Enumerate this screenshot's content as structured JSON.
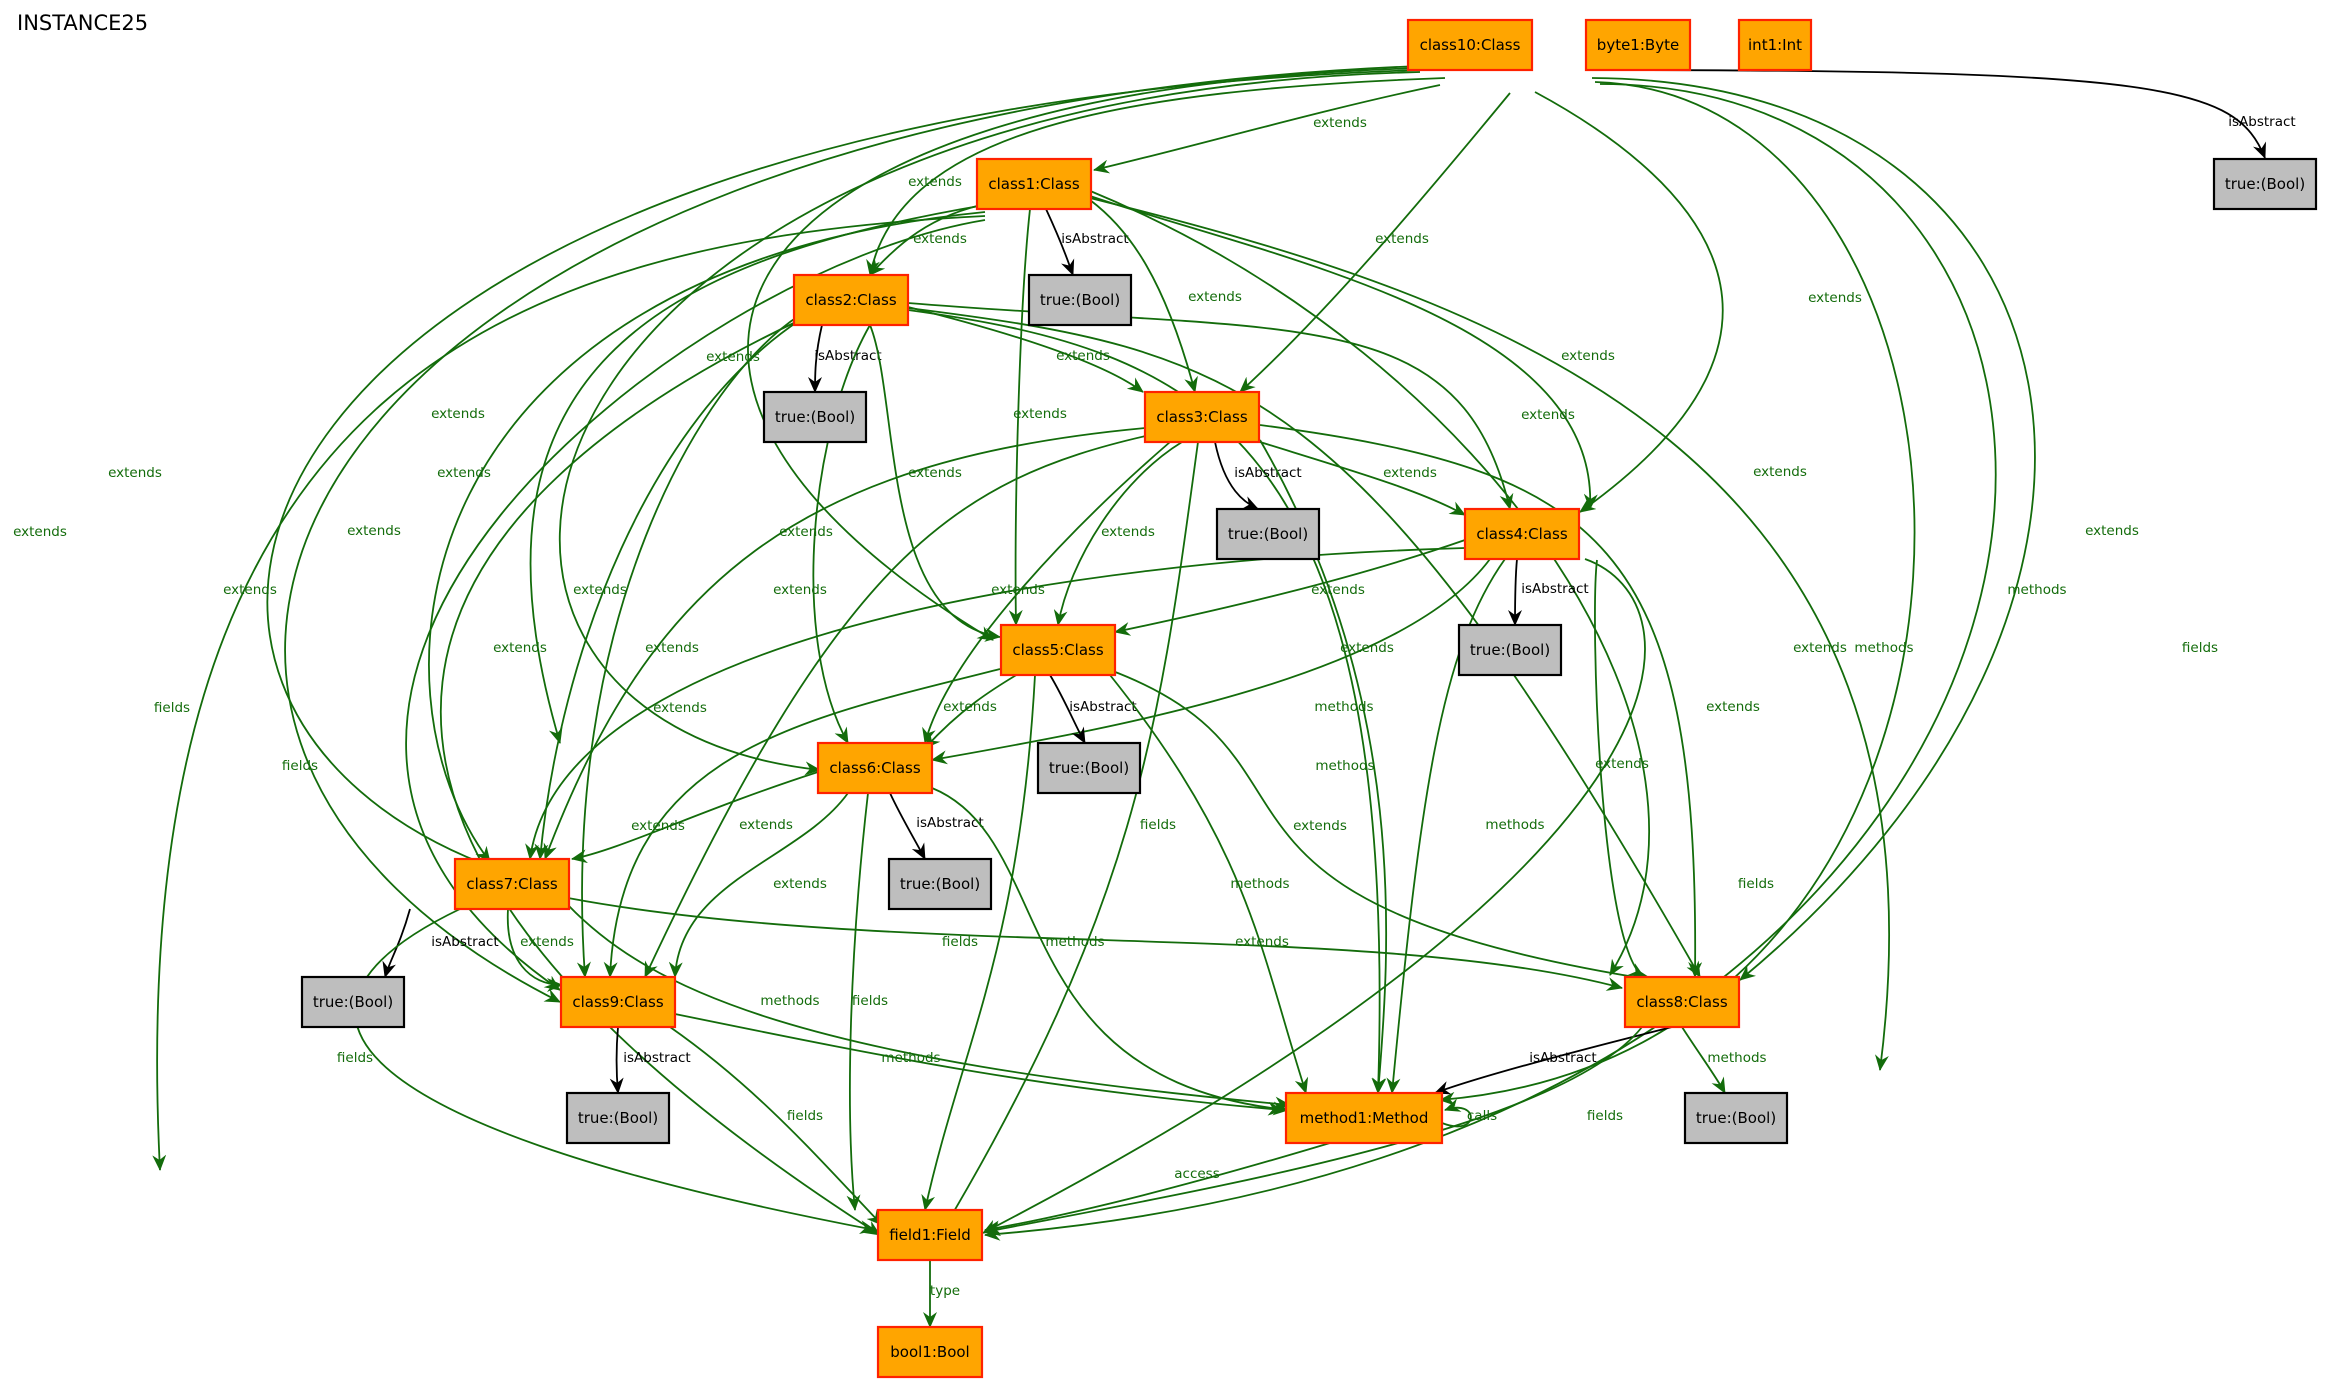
{
  "title": "INSTANCE25",
  "colors": {
    "object_fill": "#FFA500",
    "object_border": "#FF2200",
    "value_fill": "#BEBEBE",
    "value_border": "#000000",
    "reference_edge": "#136c0b",
    "attribute_edge": "#000000"
  },
  "nodes": {
    "class10": "class10:Class",
    "byte1": "byte1:Byte",
    "int1": "int1:Int",
    "t10": "true:(Bool)",
    "class1": "class1:Class",
    "t1": "true:(Bool)",
    "class2": "class2:Class",
    "t2": "true:(Bool)",
    "class3": "class3:Class",
    "t3": "true:(Bool)",
    "class4": "class4:Class",
    "t4": "true:(Bool)",
    "class5": "class5:Class",
    "t5": "true:(Bool)",
    "class6": "class6:Class",
    "t6": "true:(Bool)",
    "class7": "class7:Class",
    "t7": "true:(Bool)",
    "class9": "class9:Class",
    "t9": "true:(Bool)",
    "class8": "class8:Class",
    "t8": "true:(Bool)",
    "method1": "method1:Method",
    "field1": "field1:Field",
    "bool1": "bool1:Bool"
  },
  "edges": [
    {
      "from": "class10",
      "to": "class1",
      "label": "extends"
    },
    {
      "from": "class10",
      "to": "class2",
      "label": "extends"
    },
    {
      "from": "class10",
      "to": "class3",
      "label": "extends"
    },
    {
      "from": "class10",
      "to": "class4",
      "label": "extends"
    },
    {
      "from": "class10",
      "to": "class5",
      "label": "extends"
    },
    {
      "from": "class10",
      "to": "class6",
      "label": "extends"
    },
    {
      "from": "class10",
      "to": "class7",
      "label": "extends"
    },
    {
      "from": "class10",
      "to": "class8",
      "label": "extends"
    },
    {
      "from": "class10",
      "to": "class9",
      "label": "extends"
    },
    {
      "from": "class10",
      "to": "method1",
      "label": "methods"
    },
    {
      "from": "class10",
      "to": "field1",
      "label": "fields"
    },
    {
      "from": "class10",
      "to": "t10",
      "label": "isAbstract"
    },
    {
      "from": "class1",
      "to": "t1",
      "label": "isAbstract"
    },
    {
      "from": "class1",
      "to": "class2",
      "label": "extends"
    },
    {
      "from": "class1",
      "to": "class3",
      "label": "extends"
    },
    {
      "from": "class1",
      "to": "class4",
      "label": "extends"
    },
    {
      "from": "class1",
      "to": "class5",
      "label": "extends"
    },
    {
      "from": "class1",
      "to": "class6",
      "label": "extends"
    },
    {
      "from": "class1",
      "to": "class7",
      "label": "extends"
    },
    {
      "from": "class1",
      "to": "class8",
      "label": "extends"
    },
    {
      "from": "class1",
      "to": "class9",
      "label": "extends"
    },
    {
      "from": "class1",
      "to": "method1",
      "label": "methods"
    },
    {
      "from": "class1",
      "to": "field1",
      "label": "fields"
    },
    {
      "from": "class2",
      "to": "t2",
      "label": "isAbstract"
    },
    {
      "from": "class2",
      "to": "class3",
      "label": "extends"
    },
    {
      "from": "class2",
      "to": "class4",
      "label": "extends"
    },
    {
      "from": "class2",
      "to": "class5",
      "label": "extends"
    },
    {
      "from": "class2",
      "to": "class6",
      "label": "extends"
    },
    {
      "from": "class2",
      "to": "class7",
      "label": "extends"
    },
    {
      "from": "class2",
      "to": "class8",
      "label": "extends"
    },
    {
      "from": "class2",
      "to": "class9",
      "label": "extends"
    },
    {
      "from": "class2",
      "to": "method1",
      "label": "methods"
    },
    {
      "from": "class2",
      "to": "field1",
      "label": "fields"
    },
    {
      "from": "class3",
      "to": "t3",
      "label": "isAbstract"
    },
    {
      "from": "class3",
      "to": "class4",
      "label": "extends"
    },
    {
      "from": "class3",
      "to": "class5",
      "label": "extends"
    },
    {
      "from": "class3",
      "to": "class6",
      "label": "extends"
    },
    {
      "from": "class3",
      "to": "class7",
      "label": "extends"
    },
    {
      "from": "class3",
      "to": "class8",
      "label": "extends"
    },
    {
      "from": "class3",
      "to": "class9",
      "label": "extends"
    },
    {
      "from": "class3",
      "to": "method1",
      "label": "methods"
    },
    {
      "from": "class3",
      "to": "field1",
      "label": "fields"
    },
    {
      "from": "class4",
      "to": "t4",
      "label": "isAbstract"
    },
    {
      "from": "class4",
      "to": "class5",
      "label": "extends"
    },
    {
      "from": "class4",
      "to": "class6",
      "label": "extends"
    },
    {
      "from": "class4",
      "to": "class7",
      "label": "extends"
    },
    {
      "from": "class4",
      "to": "class8",
      "label": "extends"
    },
    {
      "from": "class4",
      "to": "method1",
      "label": "methods"
    },
    {
      "from": "class4",
      "to": "field1",
      "label": "fields"
    },
    {
      "from": "class5",
      "to": "t5",
      "label": "isAbstract"
    },
    {
      "from": "class5",
      "to": "class6",
      "label": "extends"
    },
    {
      "from": "class5",
      "to": "class8",
      "label": "extends"
    },
    {
      "from": "class5",
      "to": "class9",
      "label": "extends"
    },
    {
      "from": "class5",
      "to": "method1",
      "label": "methods"
    },
    {
      "from": "class5",
      "to": "field1",
      "label": "fields"
    },
    {
      "from": "class6",
      "to": "t6",
      "label": "isAbstract"
    },
    {
      "from": "class6",
      "to": "class7",
      "label": "extends"
    },
    {
      "from": "class6",
      "to": "class9",
      "label": "extends"
    },
    {
      "from": "class6",
      "to": "method1",
      "label": "methods"
    },
    {
      "from": "class6",
      "to": "field1",
      "label": "fields"
    },
    {
      "from": "class7",
      "to": "t7",
      "label": "isAbstract"
    },
    {
      "from": "class7",
      "to": "class9",
      "label": "extends"
    },
    {
      "from": "class7",
      "to": "class8",
      "label": "extends"
    },
    {
      "from": "class7",
      "to": "method1",
      "label": "methods"
    },
    {
      "from": "class7",
      "to": "field1",
      "label": "fields"
    },
    {
      "from": "class9",
      "to": "t9",
      "label": "isAbstract"
    },
    {
      "from": "class9",
      "to": "method1",
      "label": "methods"
    },
    {
      "from": "class9",
      "to": "field1",
      "label": "fields"
    },
    {
      "from": "class8",
      "to": "t8",
      "label": "isAbstract"
    },
    {
      "from": "class8",
      "to": "method1",
      "label": "methods"
    },
    {
      "from": "class8",
      "to": "field1",
      "label": "fields"
    },
    {
      "from": "method1",
      "to": "method1",
      "label": "calls"
    },
    {
      "from": "method1",
      "to": "field1",
      "label": "access"
    },
    {
      "from": "field1",
      "to": "bool1",
      "label": "type"
    }
  ]
}
